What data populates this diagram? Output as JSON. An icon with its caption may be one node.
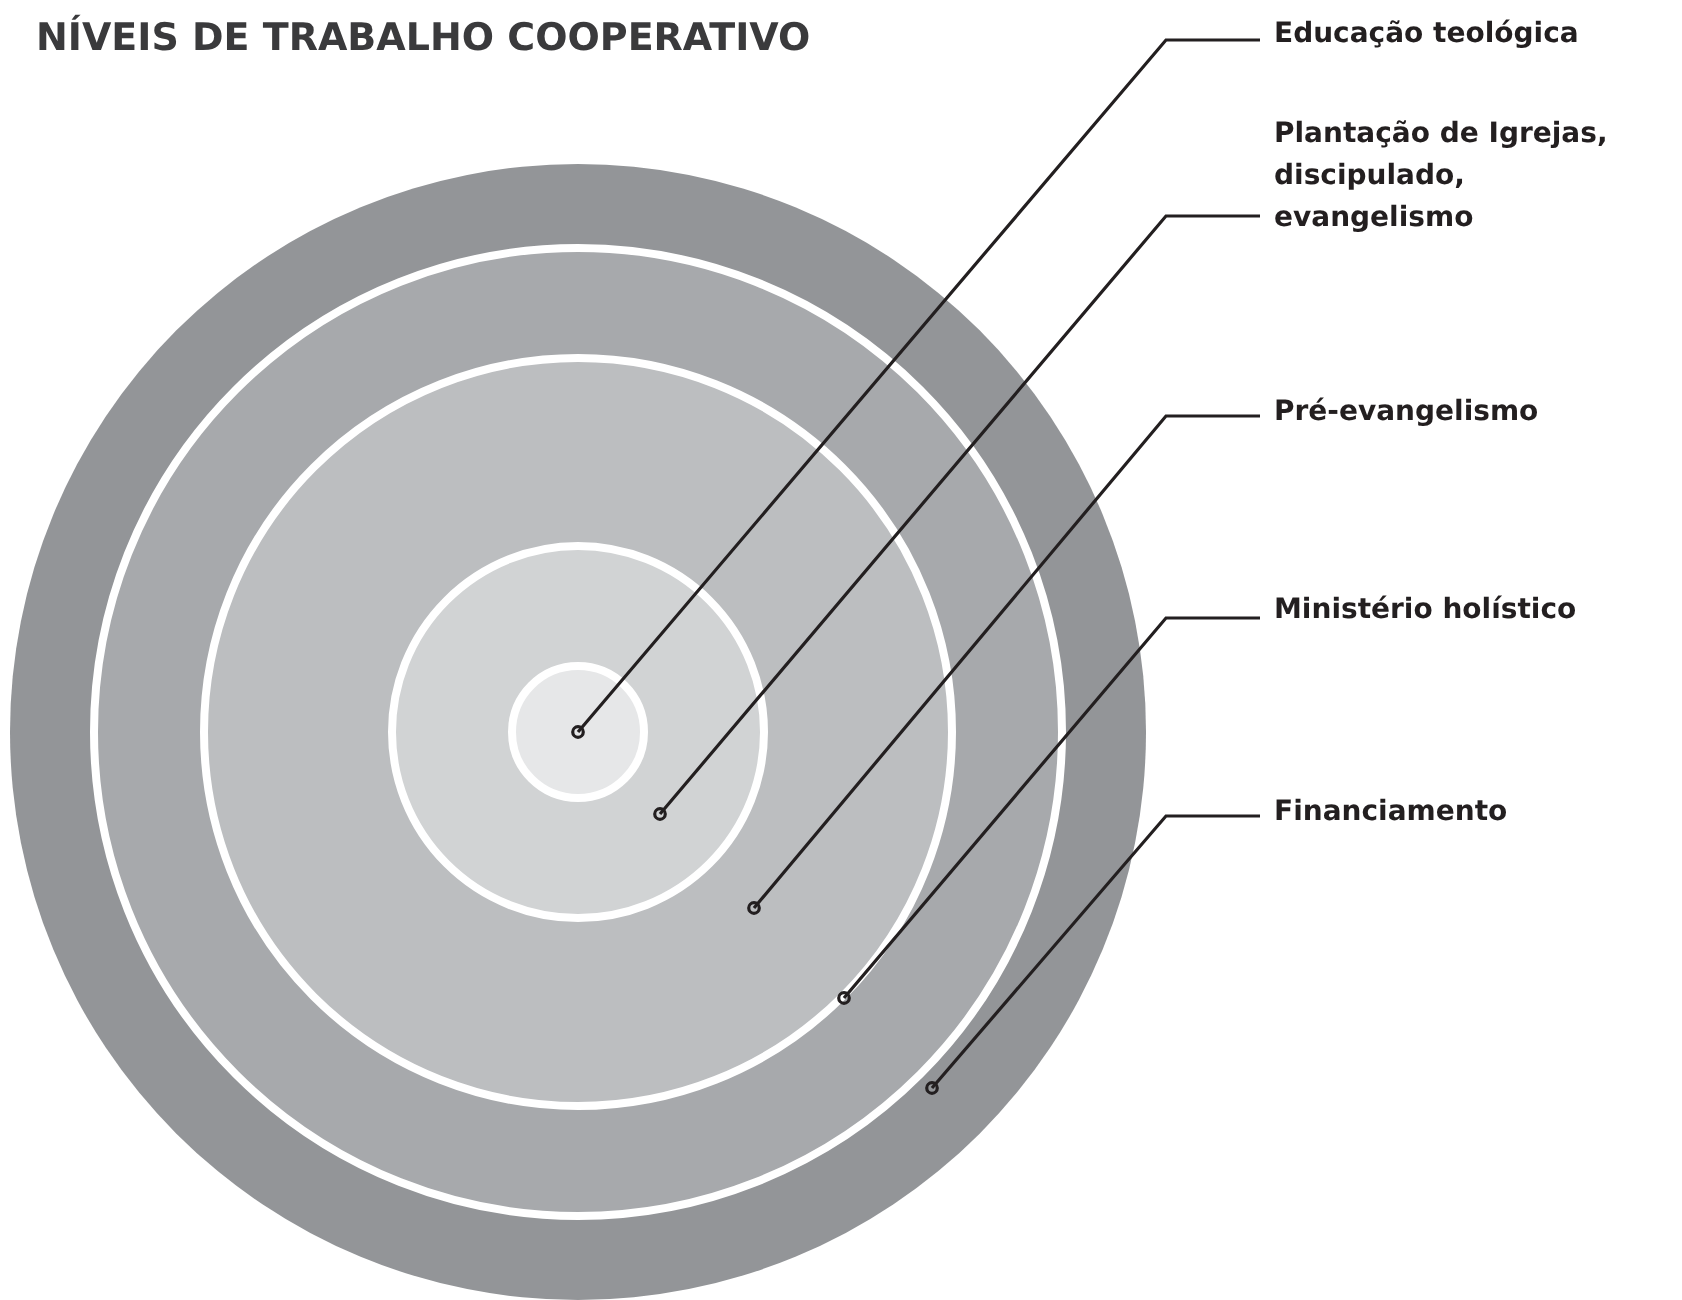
{
  "diagram": {
    "title": "NÍVEIS DE TRABALHO COOPERATIVO",
    "nodes": [
      {
        "text": [
          "Educação teológica"
        ]
      },
      {
        "text": [
          "Plantação de Igrejas, discipulado, evangelismo"
        ]
      },
      {
        "text": [
          "Pré-evangelismo"
        ]
      },
      {
        "text": [
          "Ministério holístico"
        ]
      },
      {
        "text": [
          "Financiamento"
        ]
      },
      {
        "text": [],
        "shape": "circle"
      },
      {
        "text": [],
        "shape": "circle",
        "in": 5
      },
      {
        "text": [],
        "shape": "circle",
        "in": 6
      },
      {
        "text": [],
        "shape": "circle",
        "in": 7
      },
      {
        "text": [],
        "shape": "circle",
        "in": 8
      }
    ],
    "edges": [
      {
        "from": 0,
        "to": 9,
        "arrow": "other"
      },
      {
        "from": 1,
        "to": 8,
        "arrow": "other"
      },
      {
        "from": 2,
        "to": 7,
        "arrow": "other"
      },
      {
        "from": 3,
        "to": 6,
        "arrow": "other"
      },
      {
        "from": 4,
        "to": 5,
        "arrow": "other"
      }
    ]
  }
}
